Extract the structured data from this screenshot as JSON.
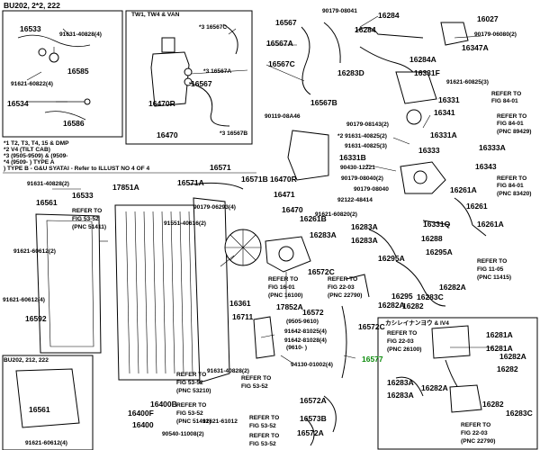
{
  "insets": {
    "top_left_title": "BU202, 2*2, 222",
    "top_mid_title": "TW1, TW4 & VAN",
    "bottom_left_title": "BU202, 212, 222",
    "bottom_right_title": "カシレイナンヨウ & IV4"
  },
  "notes": [
    "*1 T2, T3, T4, 15 & DMP",
    "*2 V4 (TILT CAB)",
    "*3 (9505-9509) & (9509-",
    "*4 (9509-     ) TYPE A",
    "                ) TYPE B - G&U SYATAI - Refer to ILLUST NO 4 OF 4"
  ],
  "labels": {
    "l16533a": "16533",
    "l91631a": "91631-40828(4)",
    "l16585": "16585",
    "l91621a": "91621-60822(4)",
    "l16534": "16534",
    "l16586": "16586",
    "l3_16567c": "*3 16567C",
    "l3_16567a": "*3 16567A",
    "l16567": "16567",
    "l16470r": "16470R",
    "l16470": "16470",
    "l3_16567b": "*3 16567B",
    "l16567t": "16567",
    "l16567a2": "16567A",
    "l16567c2": "16567C",
    "l16567b2": "16567B",
    "l90179_08041": "90179-08041",
    "l16284": "16284",
    "l16284a": "16284A",
    "l16283d": "16283D",
    "l16027": "16027",
    "l90179_06080": "90179-06080(2)",
    "l16347a": "16347A",
    "l16331f": "16331F",
    "l91621_60825": "91621-60825(3)",
    "l16331": "16331",
    "l16341": "16341",
    "l90119_08A46": "90119-08A46",
    "l90179_08143": "90179-08143(2)",
    "l2_91631": "*2 91631-40825(2)",
    "l91631_40825": "91631-40825(3)",
    "l16331a": "16331A",
    "l16333": "16333",
    "l16333a": "16333A",
    "l16331b": "16331B",
    "l90430_12221": "90430-12221",
    "l16343": "16343",
    "l90179_08040a": "90179-08040(2)",
    "l90179_08040b": "90179-08040",
    "l92122_48414": "92122-48414",
    "l16261a": "16261A",
    "l16261": "16261",
    "l16261a2": "16261A",
    "l16331q": "16331Q",
    "l16288": "16288",
    "l16295a": "16295A",
    "l16295a2": "16295A",
    "l16282a": "16282A",
    "l16295": "16295",
    "l16283c": "16283C",
    "l16282": "16282",
    "l16283a": "16283A",
    "l16282a2": "16282A",
    "l16571": "16571",
    "l16571a": "16571A",
    "l16571b": "16571B",
    "l16470r2": "16470R",
    "l16471": "16471",
    "l16470b": "16470",
    "l90179_06293": "90179-06293(4)",
    "l91551_40616": "91551-40616(2)",
    "l91621_60820": "91621-60820(2)",
    "l16261b": "16261B",
    "l16283a2": "16283A",
    "l16283a3": "16283A",
    "l91631_40828b": "91631-40828(2)",
    "l16533b": "16533",
    "l17851a": "17851A",
    "l16561": "16561",
    "l91621_60612a": "91621-60612(2)",
    "l91621_60612b": "91621-60612(4)",
    "l16592": "16592",
    "l16361": "16361",
    "l16711": "16711",
    "l16400": "16400",
    "l16400f": "16400F",
    "l16400b": "16400B",
    "l16572c": "16572C",
    "l16572": "16572",
    "l16572c2": "16572C",
    "l16577": "16577",
    "l17852a": "17852A",
    "l9505": "(9505-9610)",
    "l91642_81025": "91642-81025(4)",
    "l91642_81028": "91642-81028(4)",
    "l9610": "(9610-     )",
    "l94130_01002": "94130-01002(4)",
    "l91631_40828c": "91631-40828(2)",
    "l91621_61012": "91621-61012",
    "l90540_11008": "90540-11008(2)",
    "l16572a": "16572A",
    "l16573b": "16573B",
    "l16572a2": "16572A",
    "l16561b": "16561",
    "l91621_60612c": "91621-60612(4)",
    "l16281a": "16281A",
    "l16281a2": "16281A",
    "l16282a3": "16282A",
    "l16282b": "16282",
    "l16283a4": "16283A",
    "l16283a5": "16283A",
    "l16282a4": "16282A",
    "l16283c2": "16283C",
    "l16282b2": "16282"
  },
  "refs": {
    "r1": "REFER TO",
    "r1b": "FIG 84-01",
    "r2": "REFER TO",
    "r2b": "FIG 84-01",
    "r2c": "(PNC 89429)",
    "r3": "REFER TO",
    "r3b": "FIG 84-01",
    "r3c": "(PNC 83420)",
    "r4": "REFER TO",
    "r4b": "FIG 53-52",
    "r4c": "(PNC 51411)",
    "r5": "REFER TO",
    "r5b": "FIG 16-01",
    "r5c": "(PNC 16100)",
    "r6": "REFER TO",
    "r6b": "FIG 22-03",
    "r6c": "(PNC 22790)",
    "r7": "REFER TO",
    "r7b": "FIG 11-05",
    "r7c": "(PNC 11415)",
    "r8": "REFER TO",
    "r8b": "FIG 53-52",
    "r8c": "(PNC 53210)",
    "r9": "REFER TO",
    "r9b": "FIG 53-52",
    "r10": "REFER TO",
    "r10b": "FIG 53-52",
    "r10c": "(PNC 51412)",
    "r11": "REFER TO",
    "r11b": "FIG 53-52",
    "r12": "REFER TO",
    "r12b": "FIG 53-52",
    "r13": "REFER TO",
    "r13b": "FIG 22-03",
    "r13c": "(PNC 26100)",
    "r14": "REFER TO",
    "r14b": "FIG 22-03",
    "r14c": "(PNC 22790)"
  },
  "colors": {
    "highlight": "#0a8a0a"
  }
}
